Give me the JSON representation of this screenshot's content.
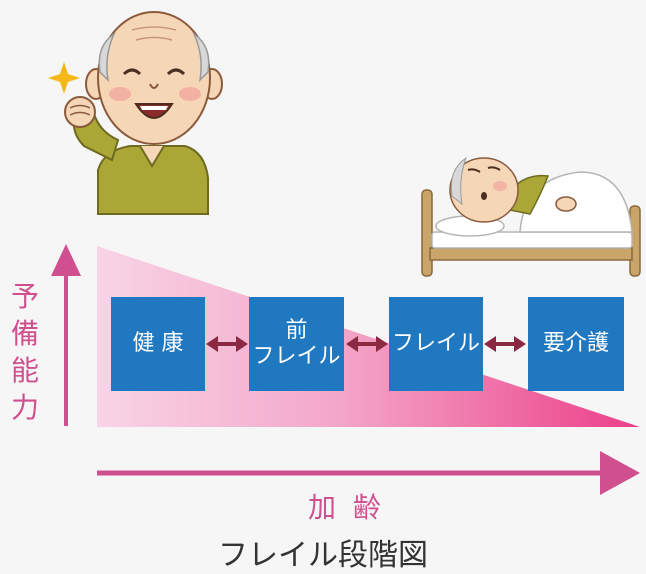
{
  "vertical_axis": {
    "chars": [
      "予",
      "備",
      "能",
      "力"
    ]
  },
  "horizontal_axis": {
    "label": "加 齢"
  },
  "stages": [
    {
      "line1": "健 康",
      "line2": ""
    },
    {
      "line1": "前",
      "line2": "フレイル"
    },
    {
      "line1": "フレイル",
      "line2": ""
    },
    {
      "line1": "要介護",
      "line2": ""
    }
  ],
  "title": "フレイル段階図",
  "colors": {
    "accent_pink": "#d0508f",
    "box_blue": "#1f78c0",
    "double_arrow": "#8b2942",
    "gradient_start": "#f8d4e6",
    "gradient_end": "#ec3f88"
  },
  "illustrations": [
    "happy-elderly-man-icon",
    "bedridden-elderly-person-icon",
    "sparkle-icon"
  ]
}
